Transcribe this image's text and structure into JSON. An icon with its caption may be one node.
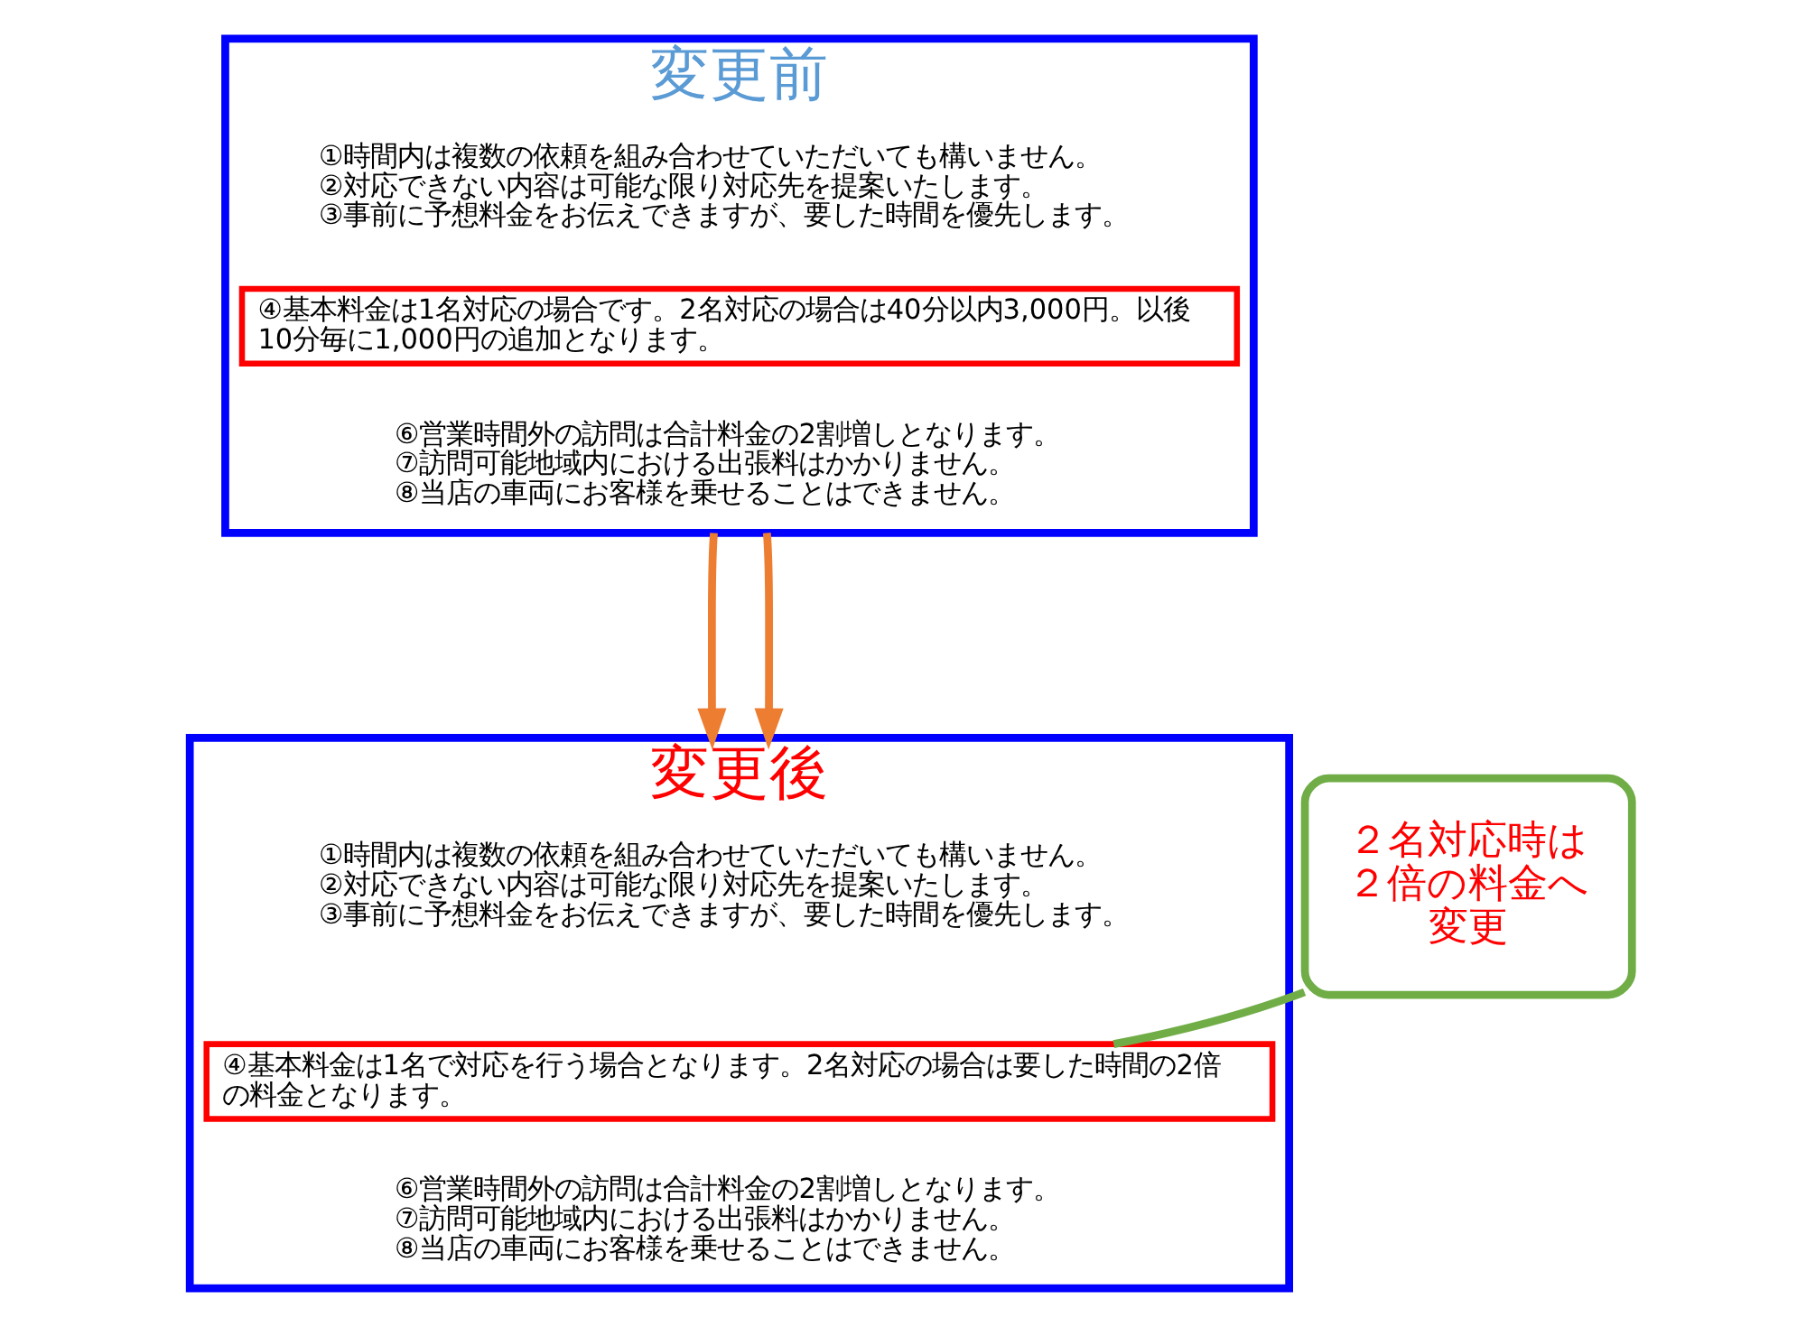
{
  "diagram": {
    "nodes": [
      {
        "text": [
          "変更前",
          "①時間内は複数の依頼を組み合わせていただいても構いません。",
          "②対応できない内容は可能な限り対応先を提案いたします。",
          "③事前に予想料金をお伝えできますが、要した時間を優先します。",
          "⑥営業時間外の訪問は合計料金の2割増しとなります。",
          "⑦訪問可能地域内における出張料はかかりません。",
          "⑧当店の車両にお客様を乗せることはできません。"
        ]
      },
      {
        "text": [
          "④基本料金は1名対応の場合です。2名対応の場合は40分以内3,000円。以後10分毎に1,000円の追加となります。"
        ],
        "in": 0
      },
      {
        "text": [
          "変更後",
          "①時間内は複数の依頼を組み合わせていただいても構いません。",
          "②対応できない内容は可能な限り対応先を提案いたします。",
          "③事前に予想料金をお伝えできますが、要した時間を優先します。",
          "⑥営業時間外の訪問は合計料金の2割増しとなります。",
          "⑦訪問可能地域内における出張料はかかりません。",
          "⑧当店の車両にお客様を乗せることはできません。"
        ]
      },
      {
        "text": [
          "④基本料金は1名で対応を行う場合となります。2名対応の場合は要した時間の2倍の料金となります。"
        ],
        "in": 2
      },
      {
        "text": [
          "２名対応時は２倍の料金へ変更"
        ]
      }
    ],
    "edges": [
      {
        "from": 0,
        "to": 2,
        "arrow": "to",
        "color": "#ed7d31"
      },
      {
        "from": 0,
        "to": 2,
        "arrow": "to",
        "color": "#ed7d31"
      },
      {
        "from": 4,
        "to": 3,
        "arrow": "none",
        "color": "#70ad47"
      }
    ]
  }
}
